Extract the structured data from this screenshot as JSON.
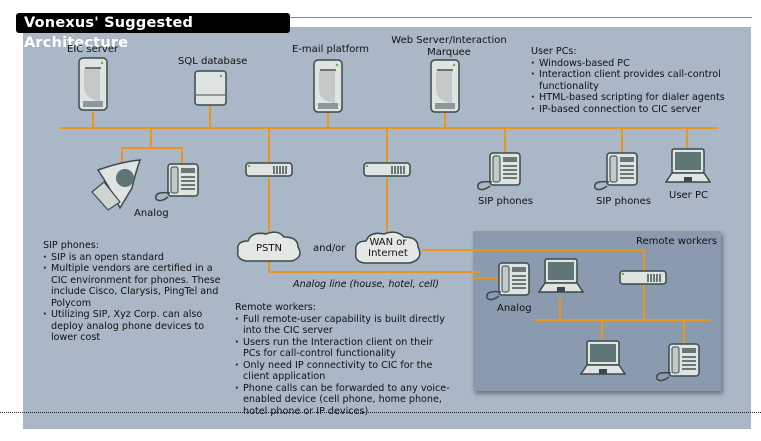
{
  "title": "Vonexus' Suggested Architecture",
  "servers": [
    {
      "id": "eic",
      "label": "EIC server",
      "icon": "tower-server-icon"
    },
    {
      "id": "sql",
      "label": "SQL database",
      "icon": "database-server-icon"
    },
    {
      "id": "email",
      "label": "E-mail platform",
      "icon": "tower-server-icon"
    },
    {
      "id": "web",
      "label_line1": "Web Server/Interaction",
      "label_line2": "Marquee",
      "icon": "tower-server-icon"
    }
  ],
  "user_pcs_note": {
    "heading": "User PCs:",
    "bullets": [
      "Windows-based PC",
      "Interaction client provides call-control functionality",
      "HTML-based scripting for dialer agents",
      "IP-based connection to CIC server"
    ]
  },
  "devices": {
    "analog_label": "Analog",
    "sip_phone_label_1": "SIP phones",
    "sip_phone_label_2": "SIP phones",
    "user_pc_label": "User PC"
  },
  "clouds": {
    "pstn": "PSTN",
    "andor": "and/or",
    "wan_line1": "WAN or",
    "wan_line2": "Internet"
  },
  "analog_line_label": "Analog line (house, hotel, cell)",
  "sip_note": {
    "heading": "SIP phones:",
    "bullets": [
      "SIP is an open standard",
      "Multiple vendors are certified in a CIC environment for phones. These include Cisco, Clarysis, PingTel and Polycom",
      "Utilizing SIP, Xyz Corp. can also deploy analog phone devices to lower cost"
    ]
  },
  "remote_note": {
    "heading": "Remote workers:",
    "bullets": [
      "Full remote-user capability is built directly into the CIC server",
      "Users run the Interaction client on their PCs for call-control functionality",
      "Only need IP connectivity to CIC for the client application",
      "Phone calls can be forwarded to any voice-enabled device (cell phone, home phone, hotel phone or IP devices)"
    ]
  },
  "remote_box": {
    "title": "Remote workers",
    "analog_label": "Analog"
  },
  "colors": {
    "panel": "#a9b7c6",
    "remote_box": "#8a9bb0",
    "link": "#e8961e",
    "title_bg": "#000000"
  }
}
